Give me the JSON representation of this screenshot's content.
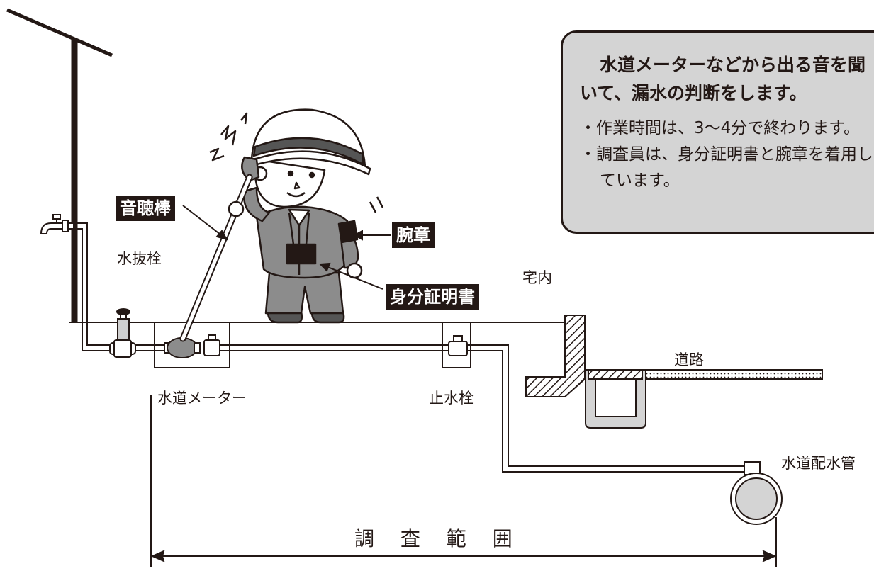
{
  "callout": {
    "heading": "水道メーターなどから出る音を聞いて、漏水の判断をします。",
    "bullets": [
      "・作業時間は、3～4分で終わります。",
      "・調査員は、身分証明書と腕章を着用しています。"
    ]
  },
  "tags": {
    "listening_rod": "音聴棒",
    "armband": "腕章",
    "id_card": "身分証明書"
  },
  "labels": {
    "drain_valve": "水抜栓",
    "premises": "宅内",
    "road": "道路",
    "water_meter": "水道メーター",
    "stop_valve": "止水栓",
    "distribution_main": "水道配水管"
  },
  "survey_range": "調 査 範 囲",
  "colors": {
    "ink": "#231815",
    "box_fill": "#d4d4d4",
    "tag_fill": "#231815",
    "uniform": "#8c8c8c"
  }
}
